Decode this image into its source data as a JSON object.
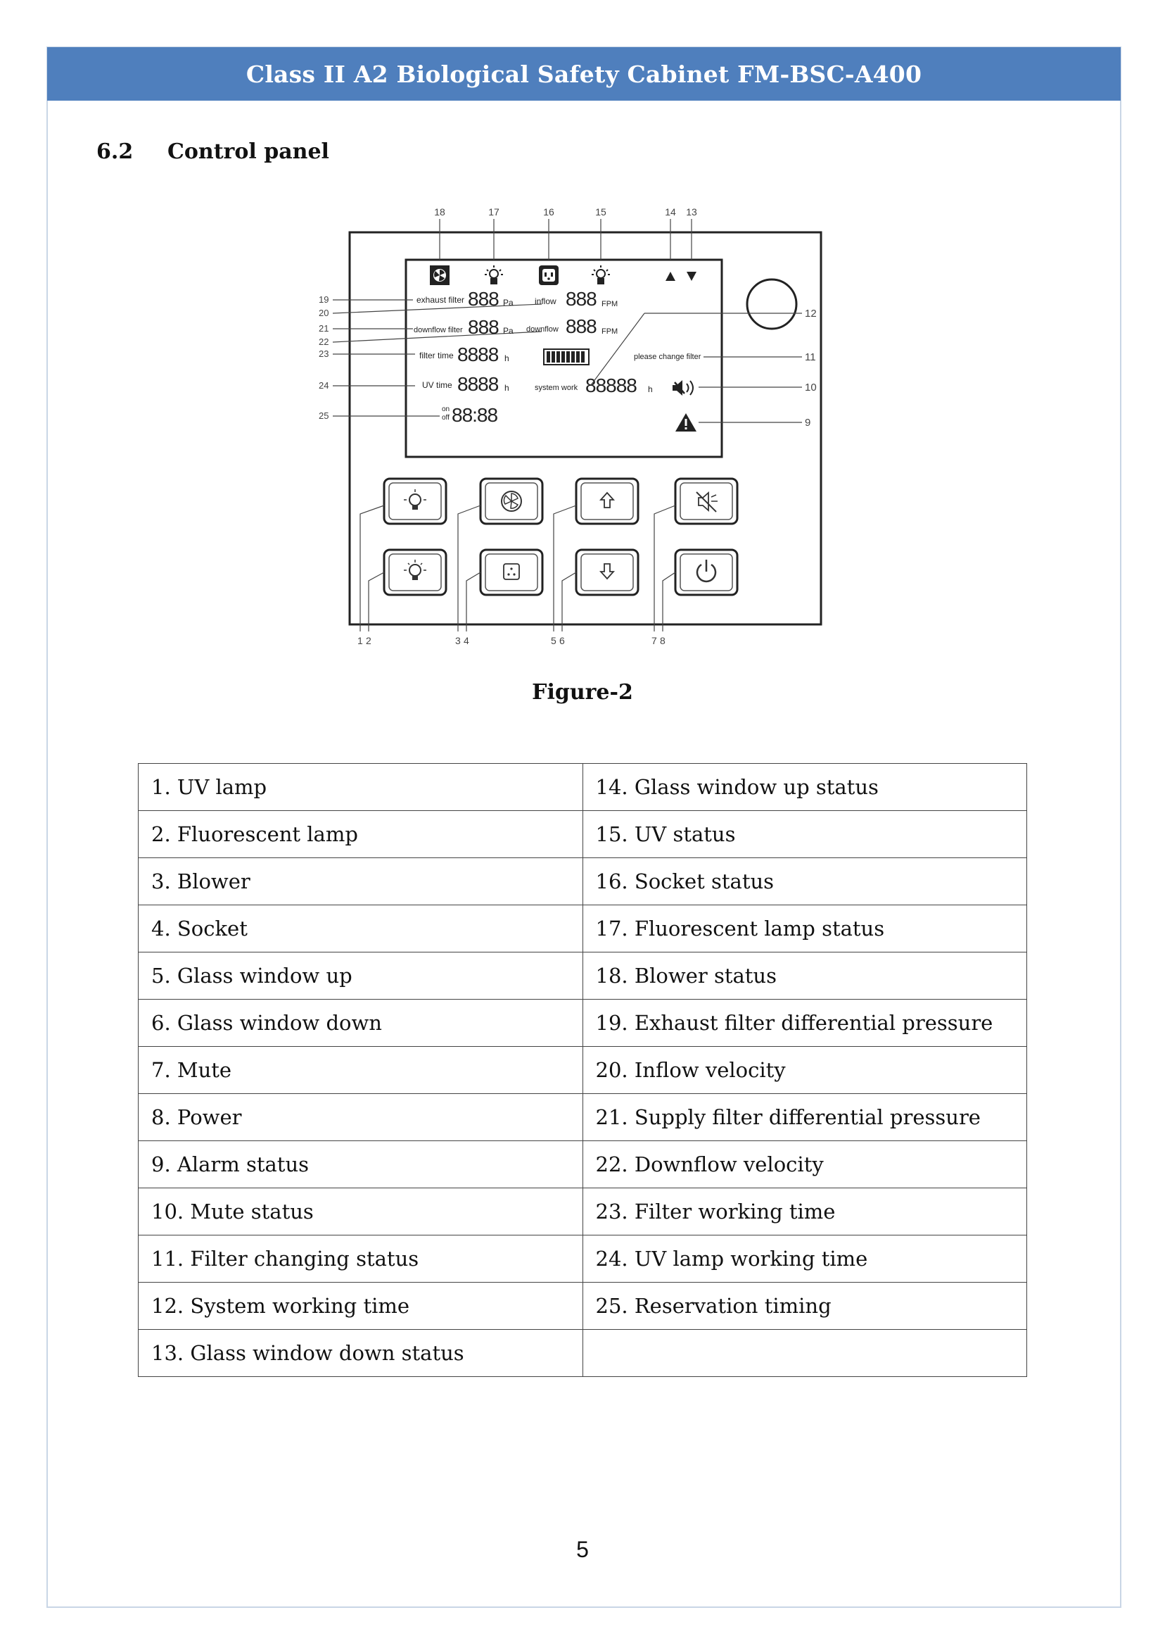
{
  "header": {
    "title": "Class II A2 Biological Safety Cabinet FM-BSC-A400"
  },
  "section": {
    "number": "6.2",
    "title": "Control panel"
  },
  "figure": {
    "caption": "Figure-2",
    "top_callouts": [
      "18",
      "17",
      "16",
      "15",
      "14",
      "13"
    ],
    "left_callouts": [
      "19",
      "20",
      "21",
      "22",
      "23",
      "24",
      "25"
    ],
    "right_callouts": [
      "12",
      "11",
      "10",
      "9"
    ],
    "bottom_callouts": [
      "1",
      "2",
      "3",
      "4",
      "5",
      "6",
      "7",
      "8"
    ],
    "display": {
      "exhaust_filter_label": "exhaust filter",
      "exhaust_filter_value": "888",
      "exhaust_filter_unit": "Pa",
      "downflow_filter_label": "downflow filter",
      "downflow_filter_value": "888",
      "downflow_filter_unit": "Pa",
      "filter_time_label": "filter time",
      "filter_time_value": "8888",
      "filter_time_unit": "h",
      "uv_time_label": "UV time",
      "uv_time_value": "8888",
      "uv_time_unit": "h",
      "on_label": "on",
      "off_label": "off",
      "timer_value": "88:88",
      "inflow_label": "inflow",
      "inflow_value": "888",
      "inflow_unit": "FPM",
      "downflow_label": "downflow",
      "downflow_value": "888",
      "downflow_unit": "FPM",
      "please_change_filter_label": "please change filter",
      "system_work_label": "system work",
      "system_work_value": "88888",
      "system_work_unit": "h"
    }
  },
  "legend": {
    "rows": [
      [
        "1. UV lamp",
        "14. Glass window up status"
      ],
      [
        "2. Fluorescent lamp",
        "15. UV status"
      ],
      [
        "3. Blower",
        "16. Socket status"
      ],
      [
        "4. Socket",
        "17. Fluorescent lamp status"
      ],
      [
        "5. Glass window up",
        "18. Blower status"
      ],
      [
        "6. Glass window down",
        "19. Exhaust filter differential pressure"
      ],
      [
        "7. Mute",
        "20. Inflow velocity"
      ],
      [
        "8. Power",
        "21. Supply filter differential pressure"
      ],
      [
        "9. Alarm status",
        "22. Downflow velocity"
      ],
      [
        "10. Mute status",
        "23. Filter working time"
      ],
      [
        "11. Filter changing status",
        "24. UV lamp working time"
      ],
      [
        "12. System working time",
        "25. Reservation timing"
      ],
      [
        "13. Glass window down status",
        ""
      ]
    ]
  },
  "page_number": "5"
}
